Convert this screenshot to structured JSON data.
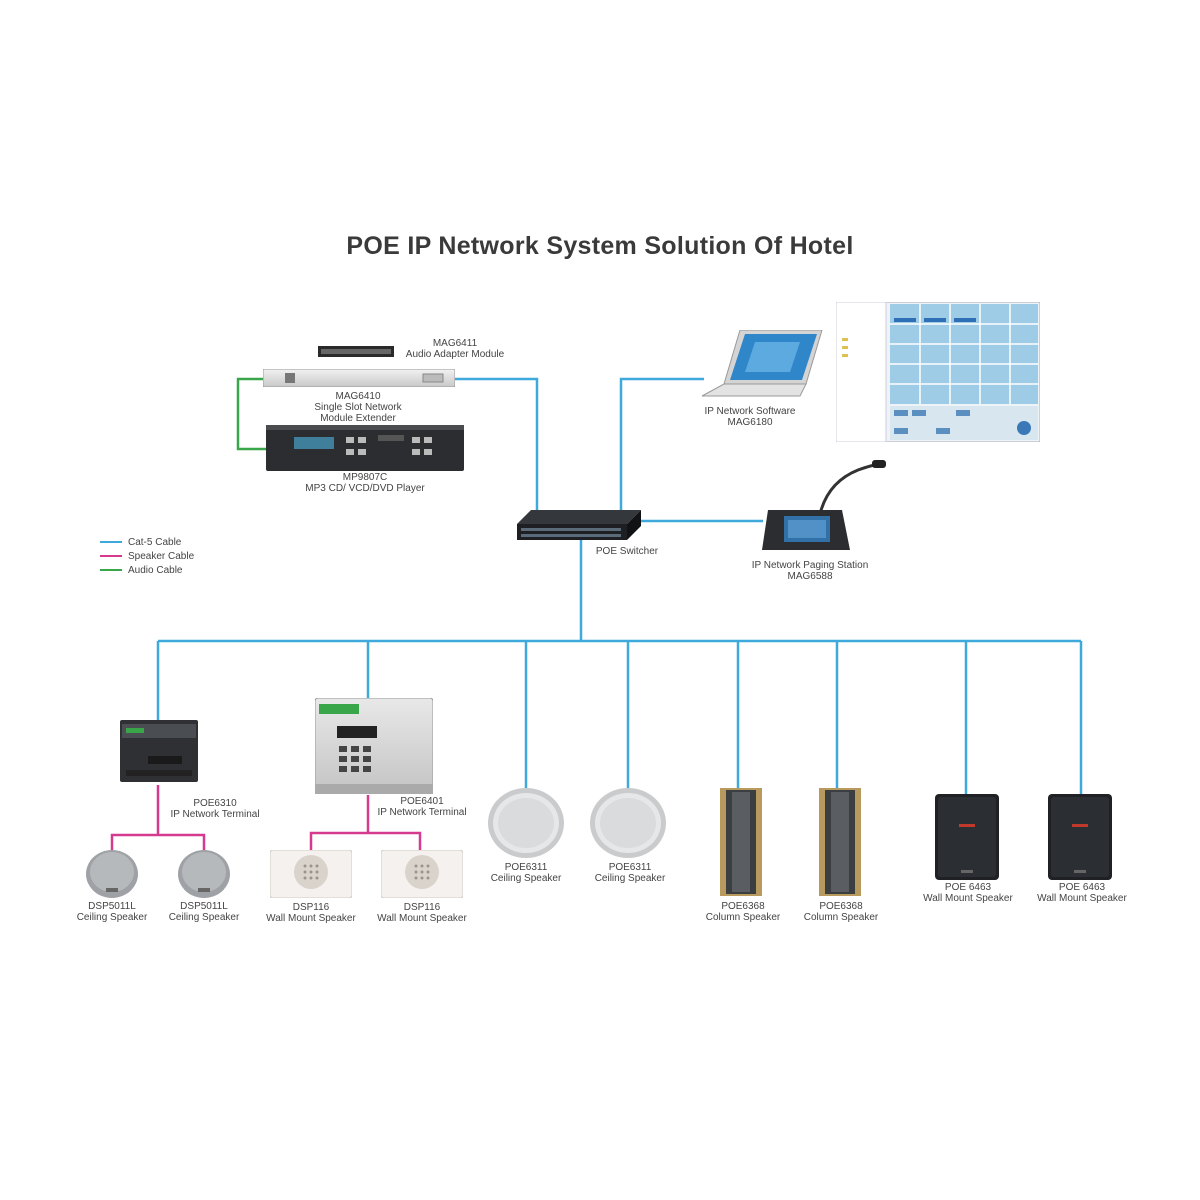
{
  "title": "POE IP Network System Solution Of Hotel",
  "colors": {
    "cat5": "#3fa9dc",
    "speaker": "#d63a8f",
    "audio": "#3aa64a"
  },
  "legend": [
    {
      "label": "Cat-5 Cable",
      "color": "#3fa9dc"
    },
    {
      "label": "Speaker Cable",
      "color": "#d63a8f"
    },
    {
      "label": "Audio Cable",
      "color": "#3aa64a"
    }
  ],
  "devices": {
    "mag6411": {
      "model": "MAG6411",
      "desc": "Audio Adapter Module"
    },
    "mag6410": {
      "model": "MAG6410",
      "desc1": "Single Slot Network",
      "desc2": "Module Extender"
    },
    "mp9807c": {
      "model": "MP9807C",
      "desc": "MP3 CD/ VCD/DVD Player"
    },
    "software": {
      "desc": "IP Network Software",
      "model": "MAG6180"
    },
    "switcher": {
      "desc": "POE Switcher"
    },
    "paging": {
      "desc": "IP Network Paging Station",
      "model": "MAG6588"
    },
    "poe6310": {
      "model": "POE6310",
      "desc": "IP Network Terminal"
    },
    "poe6401": {
      "model": "POE6401",
      "desc": "IP Network Terminal"
    },
    "dsp5011l": {
      "model": "DSP5011L",
      "desc": "Ceiling Speaker"
    },
    "dsp116": {
      "model": "DSP116",
      "desc": "Wall Mount Speaker"
    },
    "poe6311": {
      "model": "POE6311",
      "desc": "Ceiling Speaker"
    },
    "poe6368": {
      "model": "POE6368",
      "desc": "Column Speaker"
    },
    "poe6463": {
      "model": "POE 6463",
      "desc": "Wall Mount Speaker"
    }
  }
}
